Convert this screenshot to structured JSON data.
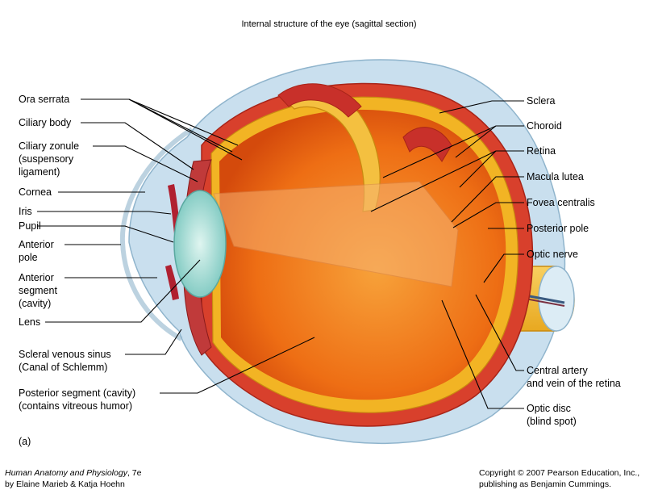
{
  "title": "Internal structure of the eye (sagittal section)",
  "labels_left": [
    "Ora serrata",
    "Ciliary body",
    "Ciliary zonule\n(suspensory\nligament)",
    "Cornea",
    "Iris",
    "Pupil",
    "Anterior\npole",
    "Anterior\nsegment\n(cavity)",
    "Lens",
    "Scleral venous sinus\n(Canal of Schlemm)",
    "Posterior segment (cavity)\n(contains vitreous humor)"
  ],
  "labels_right": [
    "Sclera",
    "Choroid",
    "Retina",
    "Macula lutea",
    "Fovea centralis",
    "Posterior pole",
    "Optic nerve",
    "Central artery\nand vein of the retina",
    "Optic disc\n(blind spot)"
  ],
  "panel_label": "(a)",
  "footer_left": {
    "book_title": "Human Anatomy and Physiology",
    "edition": ", 7e",
    "authors": "by Elaine Marieb & Katja Hoehn"
  },
  "footer_right": {
    "line1": "Copyright © 2007 Pearson Education, Inc.,",
    "line2": "publishing as Benjamin Cummings."
  },
  "colors": {
    "sclera": "#b8d4e8",
    "choroid": "#d83a2a",
    "retina": "#f0b020",
    "vitreous": "#f07a18",
    "lens": "#a8e0d8"
  },
  "icons": [
    "eye-illustration"
  ]
}
